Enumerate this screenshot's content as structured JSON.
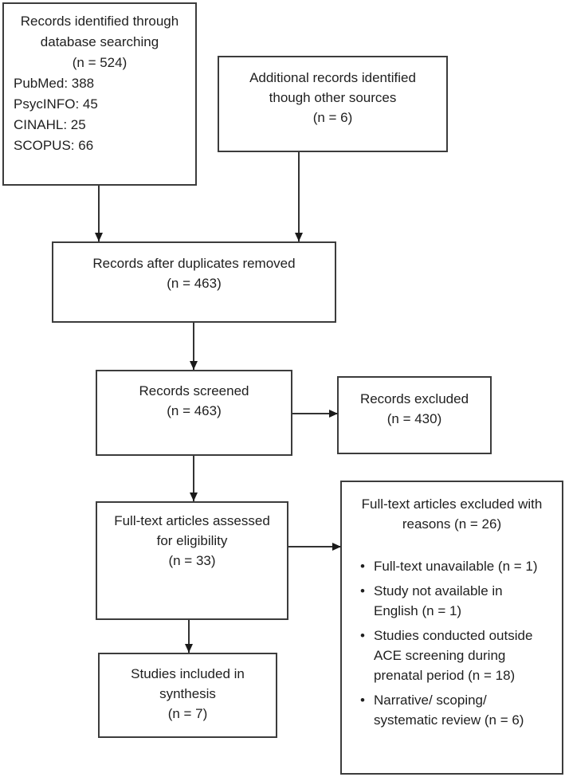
{
  "page": {
    "background": "#ffffff",
    "border_color": "#3c3c3c",
    "text_color": "#1f1f1f"
  },
  "boxes": {
    "identified": {
      "centered_lines": [
        "Records identified through",
        "database searching",
        "(n = 524)"
      ],
      "source_lines": [
        "PubMed: 388",
        "PsycINFO: 45",
        "CINAHL: 25",
        "SCOPUS: 66"
      ]
    },
    "additional": {
      "lines": [
        "Additional records identified",
        "though other sources",
        "(n = 6)"
      ]
    },
    "duplicates_removed": {
      "lines": [
        "Records after duplicates removed",
        "(n = 463)"
      ]
    },
    "screened": {
      "lines": [
        "Records screened",
        "(n = 463)"
      ]
    },
    "records_excluded": {
      "lines": [
        "Records excluded",
        "(n = 430)"
      ]
    },
    "fulltext_assessed": {
      "lines": [
        "Full-text articles assessed",
        "for eligibility",
        "(n = 33)"
      ]
    },
    "fulltext_excluded": {
      "title_lines": [
        "Full-text articles excluded with",
        "reasons (n = 26)"
      ],
      "bullet_marker": "•",
      "bullets": [
        {
          "lines": [
            "Full-text unavailable (n = 1)"
          ]
        },
        {
          "lines": [
            "Study not available in",
            "English (n = 1)"
          ]
        },
        {
          "lines": [
            "Studies conducted outside",
            "ACE screening during",
            "prenatal period (n = 18)"
          ]
        },
        {
          "lines": [
            "Narrative/ scoping/",
            "systematic review (n = 6)"
          ]
        }
      ]
    },
    "included": {
      "lines": [
        "Studies included in",
        "synthesis",
        "(n = 7)"
      ]
    }
  }
}
